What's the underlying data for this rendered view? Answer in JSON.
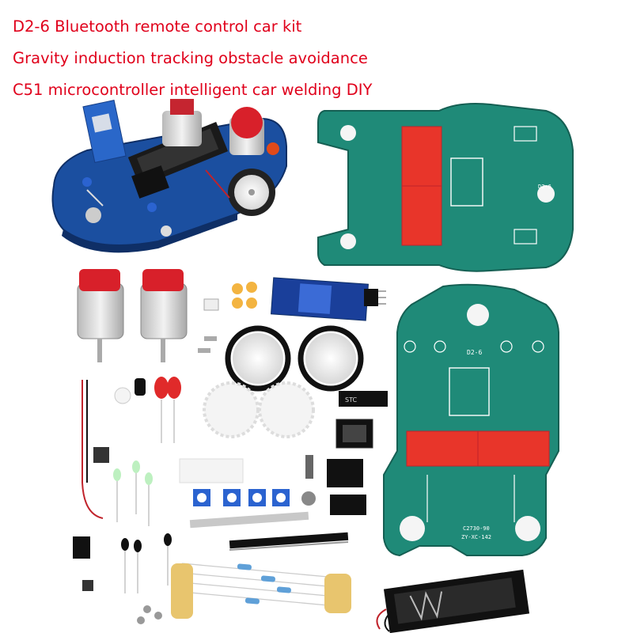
{
  "headlines": {
    "line1": "D2-6 Bluetooth remote control car kit",
    "line2": "Gravity induction tracking obstacle avoidance",
    "line3": "C51 microcontroller intelligent car welding DIY"
  },
  "board": {
    "model": "D2-6",
    "part_no": "C2730-90",
    "part_no_2": "ZY-XC-142",
    "chip_mark": "STC"
  },
  "colors": {
    "title_red": "#e0001b",
    "pcb_green": "#1f8a78",
    "assembled_pcb_blue": "#1b4fa0",
    "motor_cap_red": "#d8202a",
    "gear_white": "#f4f4f4",
    "pot_blue": "#2b63d0"
  }
}
